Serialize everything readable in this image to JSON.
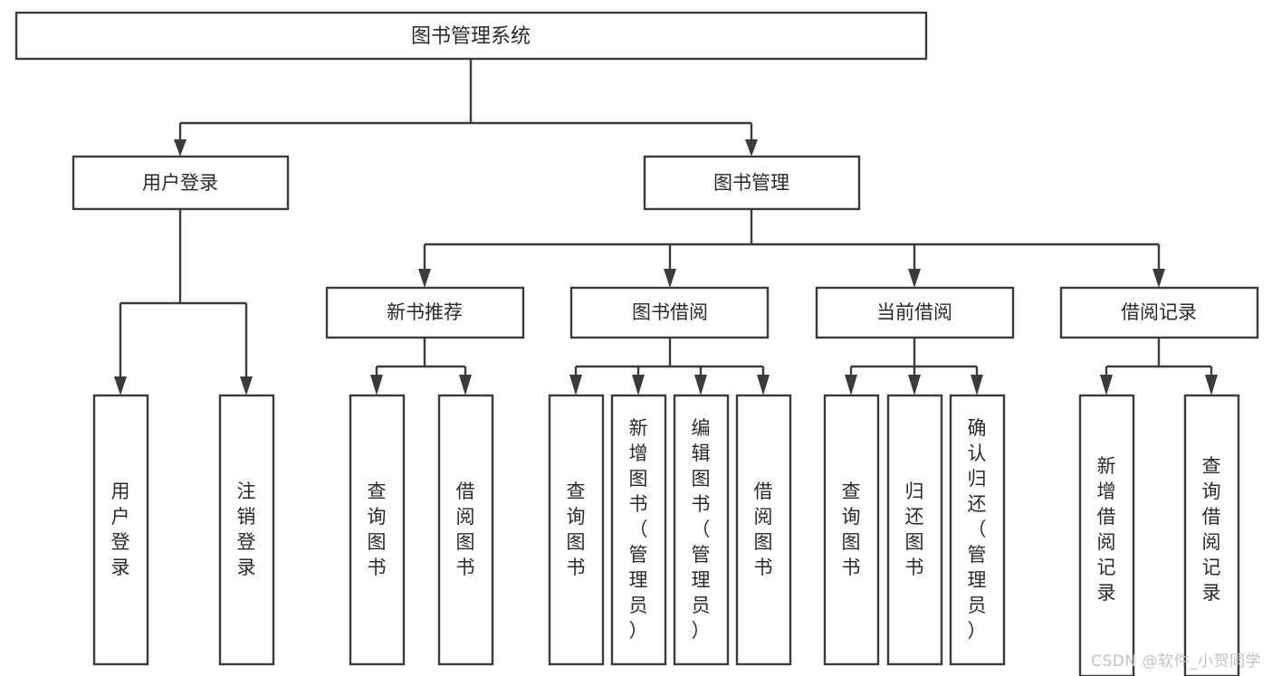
{
  "diagram": {
    "type": "tree",
    "title": "图书管理系统",
    "watermark": "CSDN @软件_小贺同学",
    "colors": {
      "stroke": "#3b3b3b",
      "fill": "#ffffff",
      "text": "#2a2a2a",
      "background": "#ffffff",
      "watermark": "#c3c3c3"
    },
    "nodes": {
      "root": "图书管理系统",
      "level1": [
        "用户登录",
        "图书管理"
      ],
      "level2": [
        "新书推荐",
        "图书借阅",
        "当前借阅",
        "借阅记录"
      ],
      "leaves": {
        "user_login": [
          "用户登录",
          "注销登录"
        ],
        "new_books": [
          "查询图书",
          "借阅图书"
        ],
        "book_borrow": [
          "查询图书",
          "新增图书（管理员）",
          "编辑图书（管理员）",
          "借阅图书"
        ],
        "current_borrow": [
          "查询图书",
          "归还图书",
          "确认归还（管理员）"
        ],
        "borrow_records": [
          "新增借阅记录",
          "查询借阅记录"
        ]
      }
    },
    "edges": [
      {
        "from": "图书管理系统",
        "to": "用户登录"
      },
      {
        "from": "图书管理系统",
        "to": "图书管理"
      },
      {
        "from": "图书管理",
        "to": "新书推荐"
      },
      {
        "from": "图书管理",
        "to": "图书借阅"
      },
      {
        "from": "图书管理",
        "to": "当前借阅"
      },
      {
        "from": "图书管理",
        "to": "借阅记录"
      },
      {
        "from": "用户登录",
        "to": "用户登录"
      },
      {
        "from": "用户登录",
        "to": "注销登录"
      },
      {
        "from": "新书推荐",
        "to": "查询图书"
      },
      {
        "from": "新书推荐",
        "to": "借阅图书"
      },
      {
        "from": "图书借阅",
        "to": "查询图书"
      },
      {
        "from": "图书借阅",
        "to": "新增图书（管理员）"
      },
      {
        "from": "图书借阅",
        "to": "编辑图书（管理员）"
      },
      {
        "from": "图书借阅",
        "to": "借阅图书"
      },
      {
        "from": "当前借阅",
        "to": "查询图书"
      },
      {
        "from": "当前借阅",
        "to": "归还图书"
      },
      {
        "from": "当前借阅",
        "to": "确认归还（管理员）"
      },
      {
        "from": "借阅记录",
        "to": "新增借阅记录"
      },
      {
        "from": "借阅记录",
        "to": "查询借阅记录"
      }
    ]
  }
}
